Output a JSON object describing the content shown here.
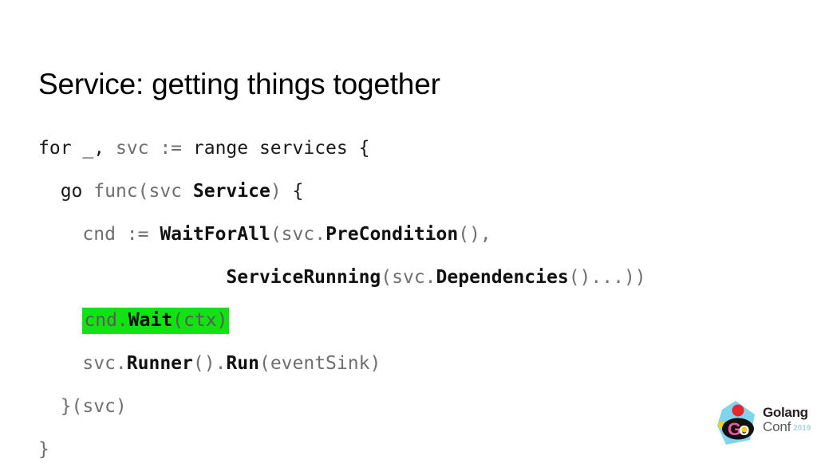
{
  "slide": {
    "title": "Service: getting things together",
    "background_color": "#ffffff"
  },
  "code": {
    "language": "go",
    "highlight_color": "#12e212",
    "plain_color": "#6f6f6f",
    "bold_color": "#111111",
    "lines": [
      {
        "indent": 0,
        "text": "for _, svc := range services {",
        "tokens": [
          {
            "text": "for ",
            "style": "kw"
          },
          {
            "text": "_, ",
            "style": "kw"
          },
          {
            "text": "svc ",
            "style": "plain"
          },
          {
            "text": ":= ",
            "style": "plain"
          },
          {
            "text": "range services {",
            "style": "kw"
          }
        ]
      },
      {
        "indent": 1,
        "text": "  go func(svc Service) {",
        "tokens": [
          {
            "text": "  ",
            "style": "plain"
          },
          {
            "text": "go ",
            "style": "kw"
          },
          {
            "text": "func(svc ",
            "style": "plain"
          },
          {
            "text": "Service",
            "style": "bold"
          },
          {
            "text": ")",
            "style": "plain"
          },
          {
            "text": " {",
            "style": "kw"
          }
        ]
      },
      {
        "indent": 2,
        "text": "    cnd := WaitForAll(svc.PreCondition(),",
        "tokens": [
          {
            "text": "    cnd := ",
            "style": "plain"
          },
          {
            "text": "WaitForAll",
            "style": "bold"
          },
          {
            "text": "(svc.",
            "style": "plain"
          },
          {
            "text": "PreCondition",
            "style": "bold"
          },
          {
            "text": "(),",
            "style": "plain"
          }
        ]
      },
      {
        "indent": 2,
        "text": "                  ServiceRunning(svc.Dependencies()...))",
        "tokens": [
          {
            "text": "                 ",
            "style": "plain"
          },
          {
            "text": "ServiceRunning",
            "style": "bold"
          },
          {
            "text": "(svc.",
            "style": "plain"
          },
          {
            "text": "Dependencies",
            "style": "bold"
          },
          {
            "text": "()...))",
            "style": "plain"
          }
        ]
      },
      {
        "indent": 2,
        "text": "    cnd.Wait(ctx)",
        "highlighted": true,
        "tokens": [
          {
            "text": "    ",
            "style": "plain"
          },
          {
            "text": "cnd.",
            "style": "plain",
            "hl": true
          },
          {
            "text": "Wait",
            "style": "bold",
            "hl": true
          },
          {
            "text": "(ctx)",
            "style": "plain",
            "hl": true
          }
        ]
      },
      {
        "indent": 2,
        "text": "    svc.Runner().Run(eventSink)",
        "tokens": [
          {
            "text": "    svc.",
            "style": "plain"
          },
          {
            "text": "Runner",
            "style": "bold"
          },
          {
            "text": "().",
            "style": "plain"
          },
          {
            "text": "Run",
            "style": "bold"
          },
          {
            "text": "(eventSink)",
            "style": "plain"
          }
        ]
      },
      {
        "indent": 1,
        "text": "  }(svc)",
        "tokens": [
          {
            "text": "  }(svc)",
            "style": "plain"
          }
        ]
      },
      {
        "indent": 0,
        "text": "}",
        "tokens": [
          {
            "text": "}",
            "style": "plain"
          }
        ]
      }
    ]
  },
  "logo": {
    "name_bold": "Golang",
    "name_regular": "Conf",
    "year": "2019",
    "badge_text": "Go",
    "colors": {
      "diamond": "#7fd4ee",
      "red_dot": "#e8262d",
      "yellow_dot": "#f5d117",
      "badge": "#111111",
      "g_letter": "#e85a9e",
      "o_dot": "#f5d117",
      "golang_text": "#231f20",
      "conf_text": "#58595b",
      "year_text": "#a8d4e2"
    }
  }
}
